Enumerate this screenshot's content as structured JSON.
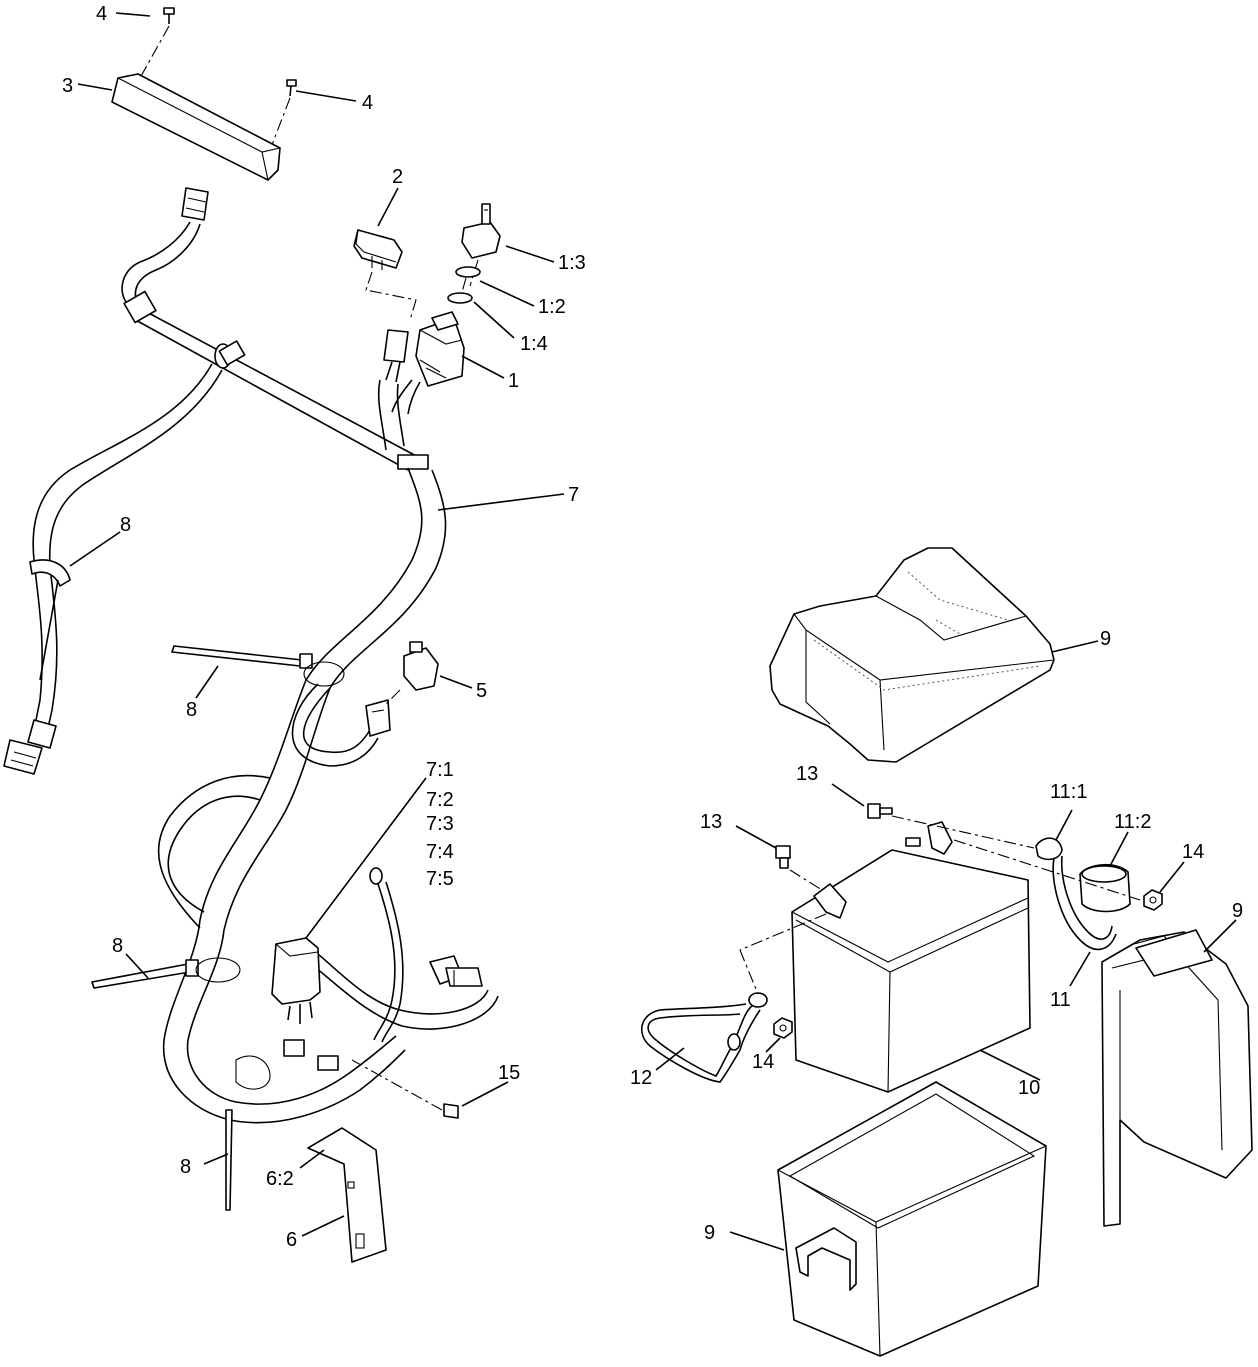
{
  "callouts": {
    "c1": "1",
    "c1_2": "1:2",
    "c1_3": "1:3",
    "c1_4": "1:4",
    "c2": "2",
    "c3": "3",
    "c4a": "4",
    "c4b": "4",
    "c5": "5",
    "c6": "6",
    "c6_2": "6:2",
    "c7": "7",
    "c7_1": "7:1",
    "c7_2": "7:2",
    "c7_3": "7:3",
    "c7_4": "7:4",
    "c7_5": "7:5",
    "c8a": "8",
    "c8b": "8",
    "c8c": "8",
    "c8d": "8",
    "c9a": "9",
    "c9b": "9",
    "c9c": "9",
    "c10": "10",
    "c11": "11",
    "c11_1": "11:1",
    "c11_2": "11:2",
    "c12": "12",
    "c13a": "13",
    "c13b": "13",
    "c14a": "14",
    "c14b": "14",
    "c15": "15"
  }
}
